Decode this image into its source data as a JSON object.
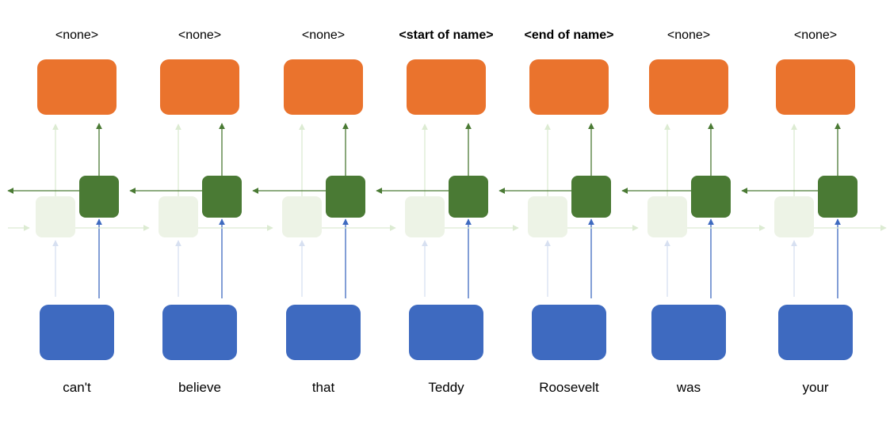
{
  "colors": {
    "output_box": "#EA732D",
    "backward_state": "#4A7A34",
    "forward_state_faded": "#EDF3E6",
    "input_box": "#3E6AC0",
    "backward_arrow": "#4A7A34",
    "forward_arrow_faded": "#DCEBD2",
    "input_arrow": "#3E6AC0",
    "input_arrow_faded": "#D7E0F1",
    "up_arrow_faded": "#DCEBD2"
  },
  "tokens": [
    {
      "word": "can't",
      "tag": "<none>",
      "tag_bold": false
    },
    {
      "word": "believe",
      "tag": "<none>",
      "tag_bold": false
    },
    {
      "word": "that",
      "tag": "<none>",
      "tag_bold": false
    },
    {
      "word": "Teddy",
      "tag": "<start of name>",
      "tag_bold": true
    },
    {
      "word": "Roosevelt",
      "tag": "<end of name>",
      "tag_bold": true
    },
    {
      "word": "was",
      "tag": "<none>",
      "tag_bold": false
    },
    {
      "word": "your",
      "tag": "<none>",
      "tag_bold": false
    }
  ]
}
